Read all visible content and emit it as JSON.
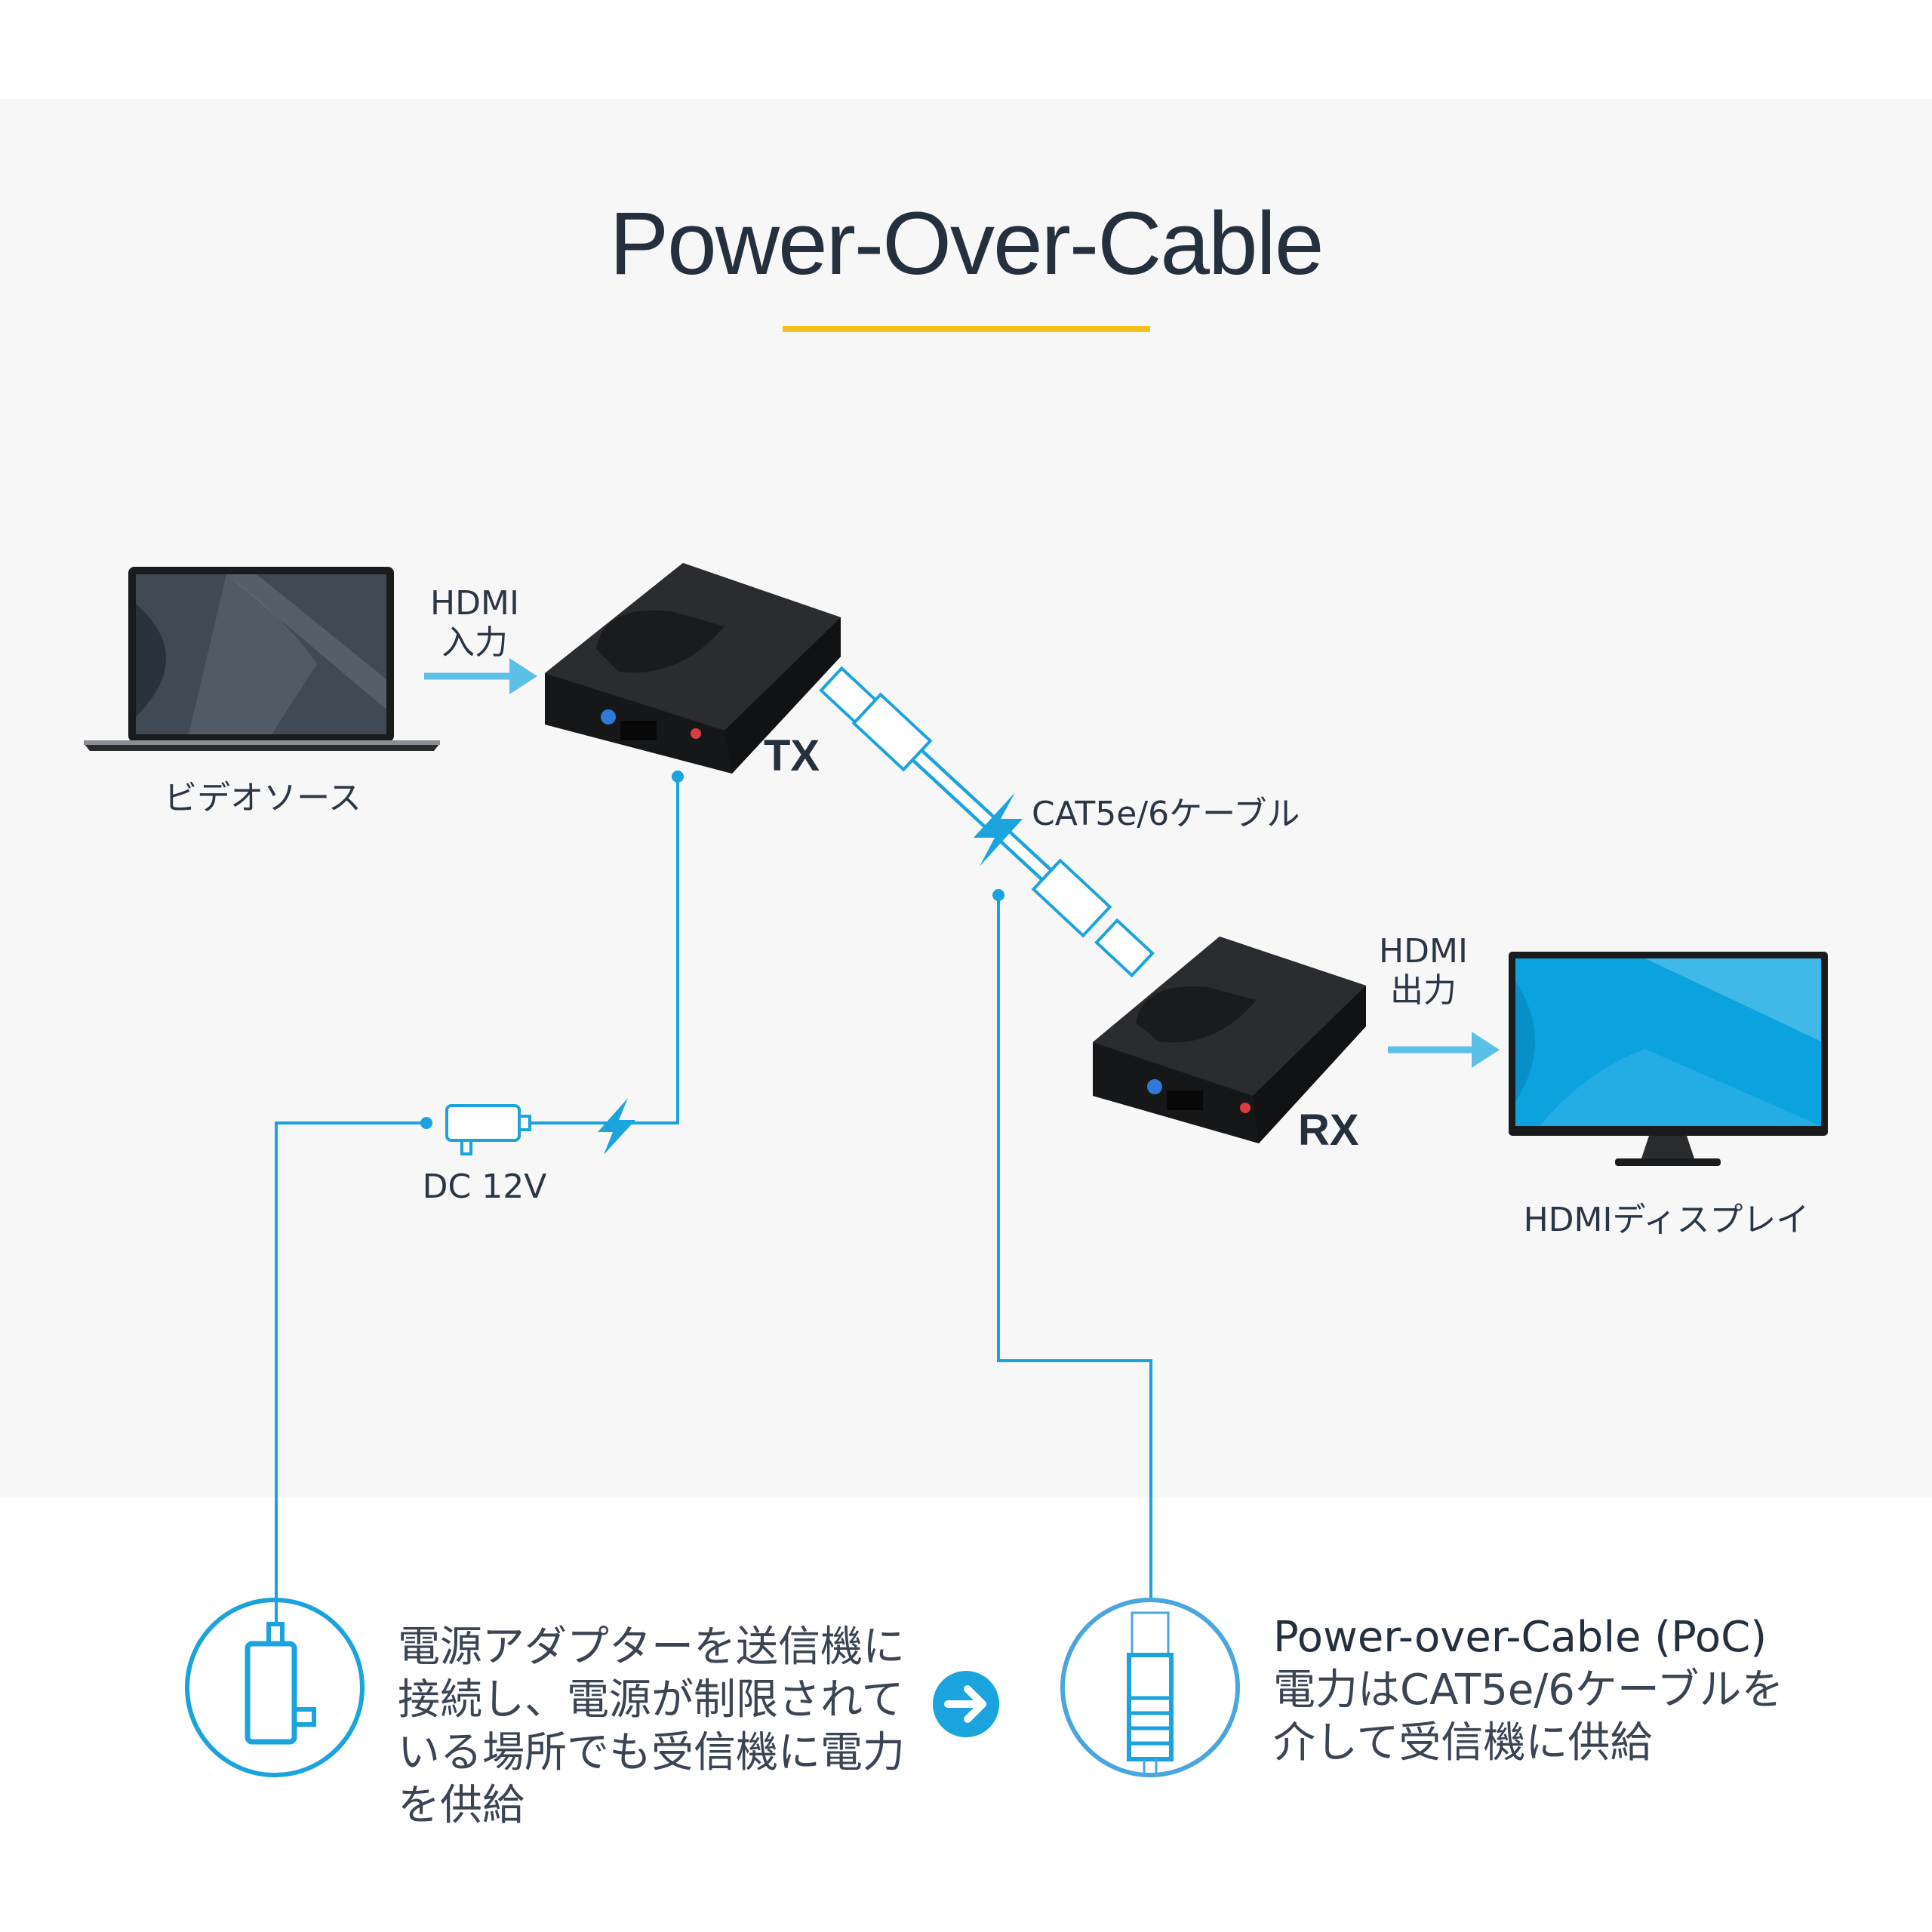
{
  "title": "Power-Over-Cable",
  "colors": {
    "accent_blue": "#1aa3dc",
    "title_underline": "#f5c21b",
    "device": "#1e1f21",
    "background": "#f7f7f7"
  },
  "source": {
    "label": "ビデオソース",
    "icon": "laptop-icon"
  },
  "hdmi_in": {
    "line1": "HDMI",
    "line2": "入力"
  },
  "tx": {
    "label": "TX"
  },
  "rx": {
    "label": "RX"
  },
  "cable": {
    "label": "CAT5e/6ケーブル"
  },
  "power": {
    "label": "DC 12V",
    "icon": "power-adapter-icon"
  },
  "hdmi_out": {
    "line1": "HDMI",
    "line2": "出力"
  },
  "display": {
    "label": "HDMIディスプレイ",
    "icon": "monitor-icon"
  },
  "bottom": {
    "left": {
      "icon": "power-adapter-icon",
      "lines": [
        "電源アダプターを送信機に",
        "接続し、電源が制限されて",
        "いる場所でも受信機に電力",
        "を供給"
      ]
    },
    "arrow_icon": "arrow-right-circle-icon",
    "right": {
      "icon": "ethernet-plug-icon",
      "heading": "Power-over-Cable (PoC)",
      "lines": [
        "電力はCAT5e/6ケーブルを",
        "介して受信機に供給"
      ]
    }
  }
}
